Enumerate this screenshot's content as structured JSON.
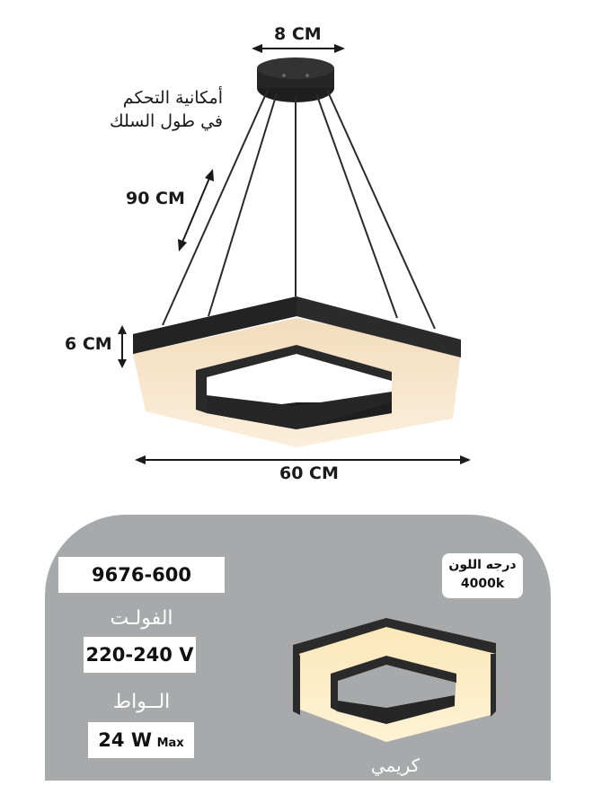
{
  "dimensions": {
    "canopy_width": "8 CM",
    "cable_length": "90 CM",
    "height": "6 CM",
    "width": "60 CM"
  },
  "cable_note": [
    "أمكانية التحكم",
    "في طول السلك"
  ],
  "specs": {
    "model_code": "9676-600",
    "voltage_label": "الفولـت",
    "voltage_value": "220-240 V",
    "wattage_label": "الــواط",
    "wattage_value": "24 W",
    "wattage_suffix": "Max"
  },
  "color_temp": {
    "label": "درجه اللون",
    "value": "4000k"
  },
  "finish_label": "كريمي",
  "colors": {
    "frame": "#2b2b2b",
    "light_face": "#f7e6c8",
    "panel_gray": "#a7a9ab"
  }
}
